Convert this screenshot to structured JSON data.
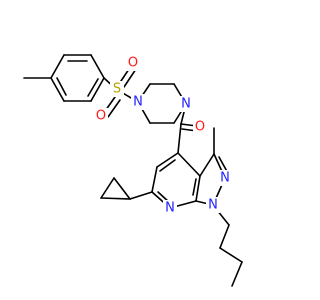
{
  "structure": {
    "colors": {
      "bond": "#000000",
      "nitrogen": "#1f1fff",
      "oxygen": "#ff1a1a",
      "sulfur": "#b8a000",
      "background": "#ffffff"
    },
    "atom_labels": [
      {
        "id": "n-pip-top",
        "text": "N",
        "element": "N"
      },
      {
        "id": "n-pip-bottom",
        "text": "N",
        "element": "N"
      },
      {
        "id": "s-sulfonyl",
        "text": "S",
        "element": "S"
      },
      {
        "id": "o-sulfonyl-1",
        "text": "O",
        "element": "O"
      },
      {
        "id": "o-sulfonyl-2",
        "text": "O",
        "element": "O"
      },
      {
        "id": "o-carbonyl",
        "text": "O",
        "element": "O"
      },
      {
        "id": "n-pyridine",
        "text": "N",
        "element": "N"
      },
      {
        "id": "n-pyrazole-1",
        "text": "N",
        "element": "N"
      },
      {
        "id": "n-pyrazole-2",
        "text": "N",
        "element": "N"
      }
    ]
  }
}
